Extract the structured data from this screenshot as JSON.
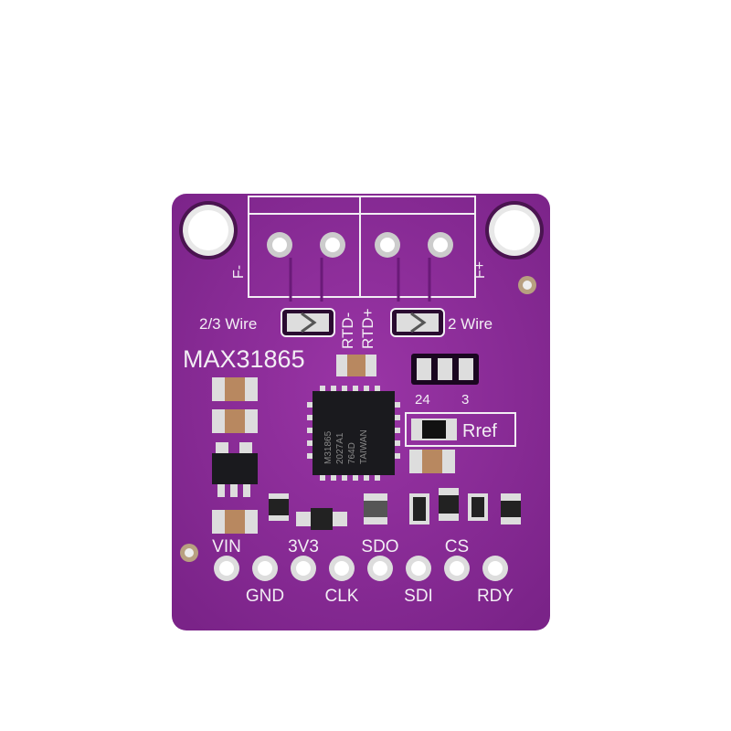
{
  "board": {
    "name": "MAX31865",
    "color": "#8a2a96",
    "labels": {
      "f_minus": "F-",
      "f_plus": "F+",
      "rtd_minus": "RTD-",
      "rtd_plus": "RTD+",
      "wire_23": "2/3 Wire",
      "wire_2": "2 Wire",
      "jumper_24": "24",
      "jumper_3": "3",
      "rref": "Rref"
    },
    "chip_marking": [
      "M31865",
      "2027A1",
      "764D",
      "TAIWAN"
    ],
    "pins": [
      {
        "label": "VIN",
        "row": "top"
      },
      {
        "label": "GND",
        "row": "bottom"
      },
      {
        "label": "3V3",
        "row": "top"
      },
      {
        "label": "CLK",
        "row": "bottom"
      },
      {
        "label": "SDO",
        "row": "top"
      },
      {
        "label": "SDI",
        "row": "bottom"
      },
      {
        "label": "CS",
        "row": "top"
      },
      {
        "label": "RDY",
        "row": "bottom"
      }
    ]
  }
}
